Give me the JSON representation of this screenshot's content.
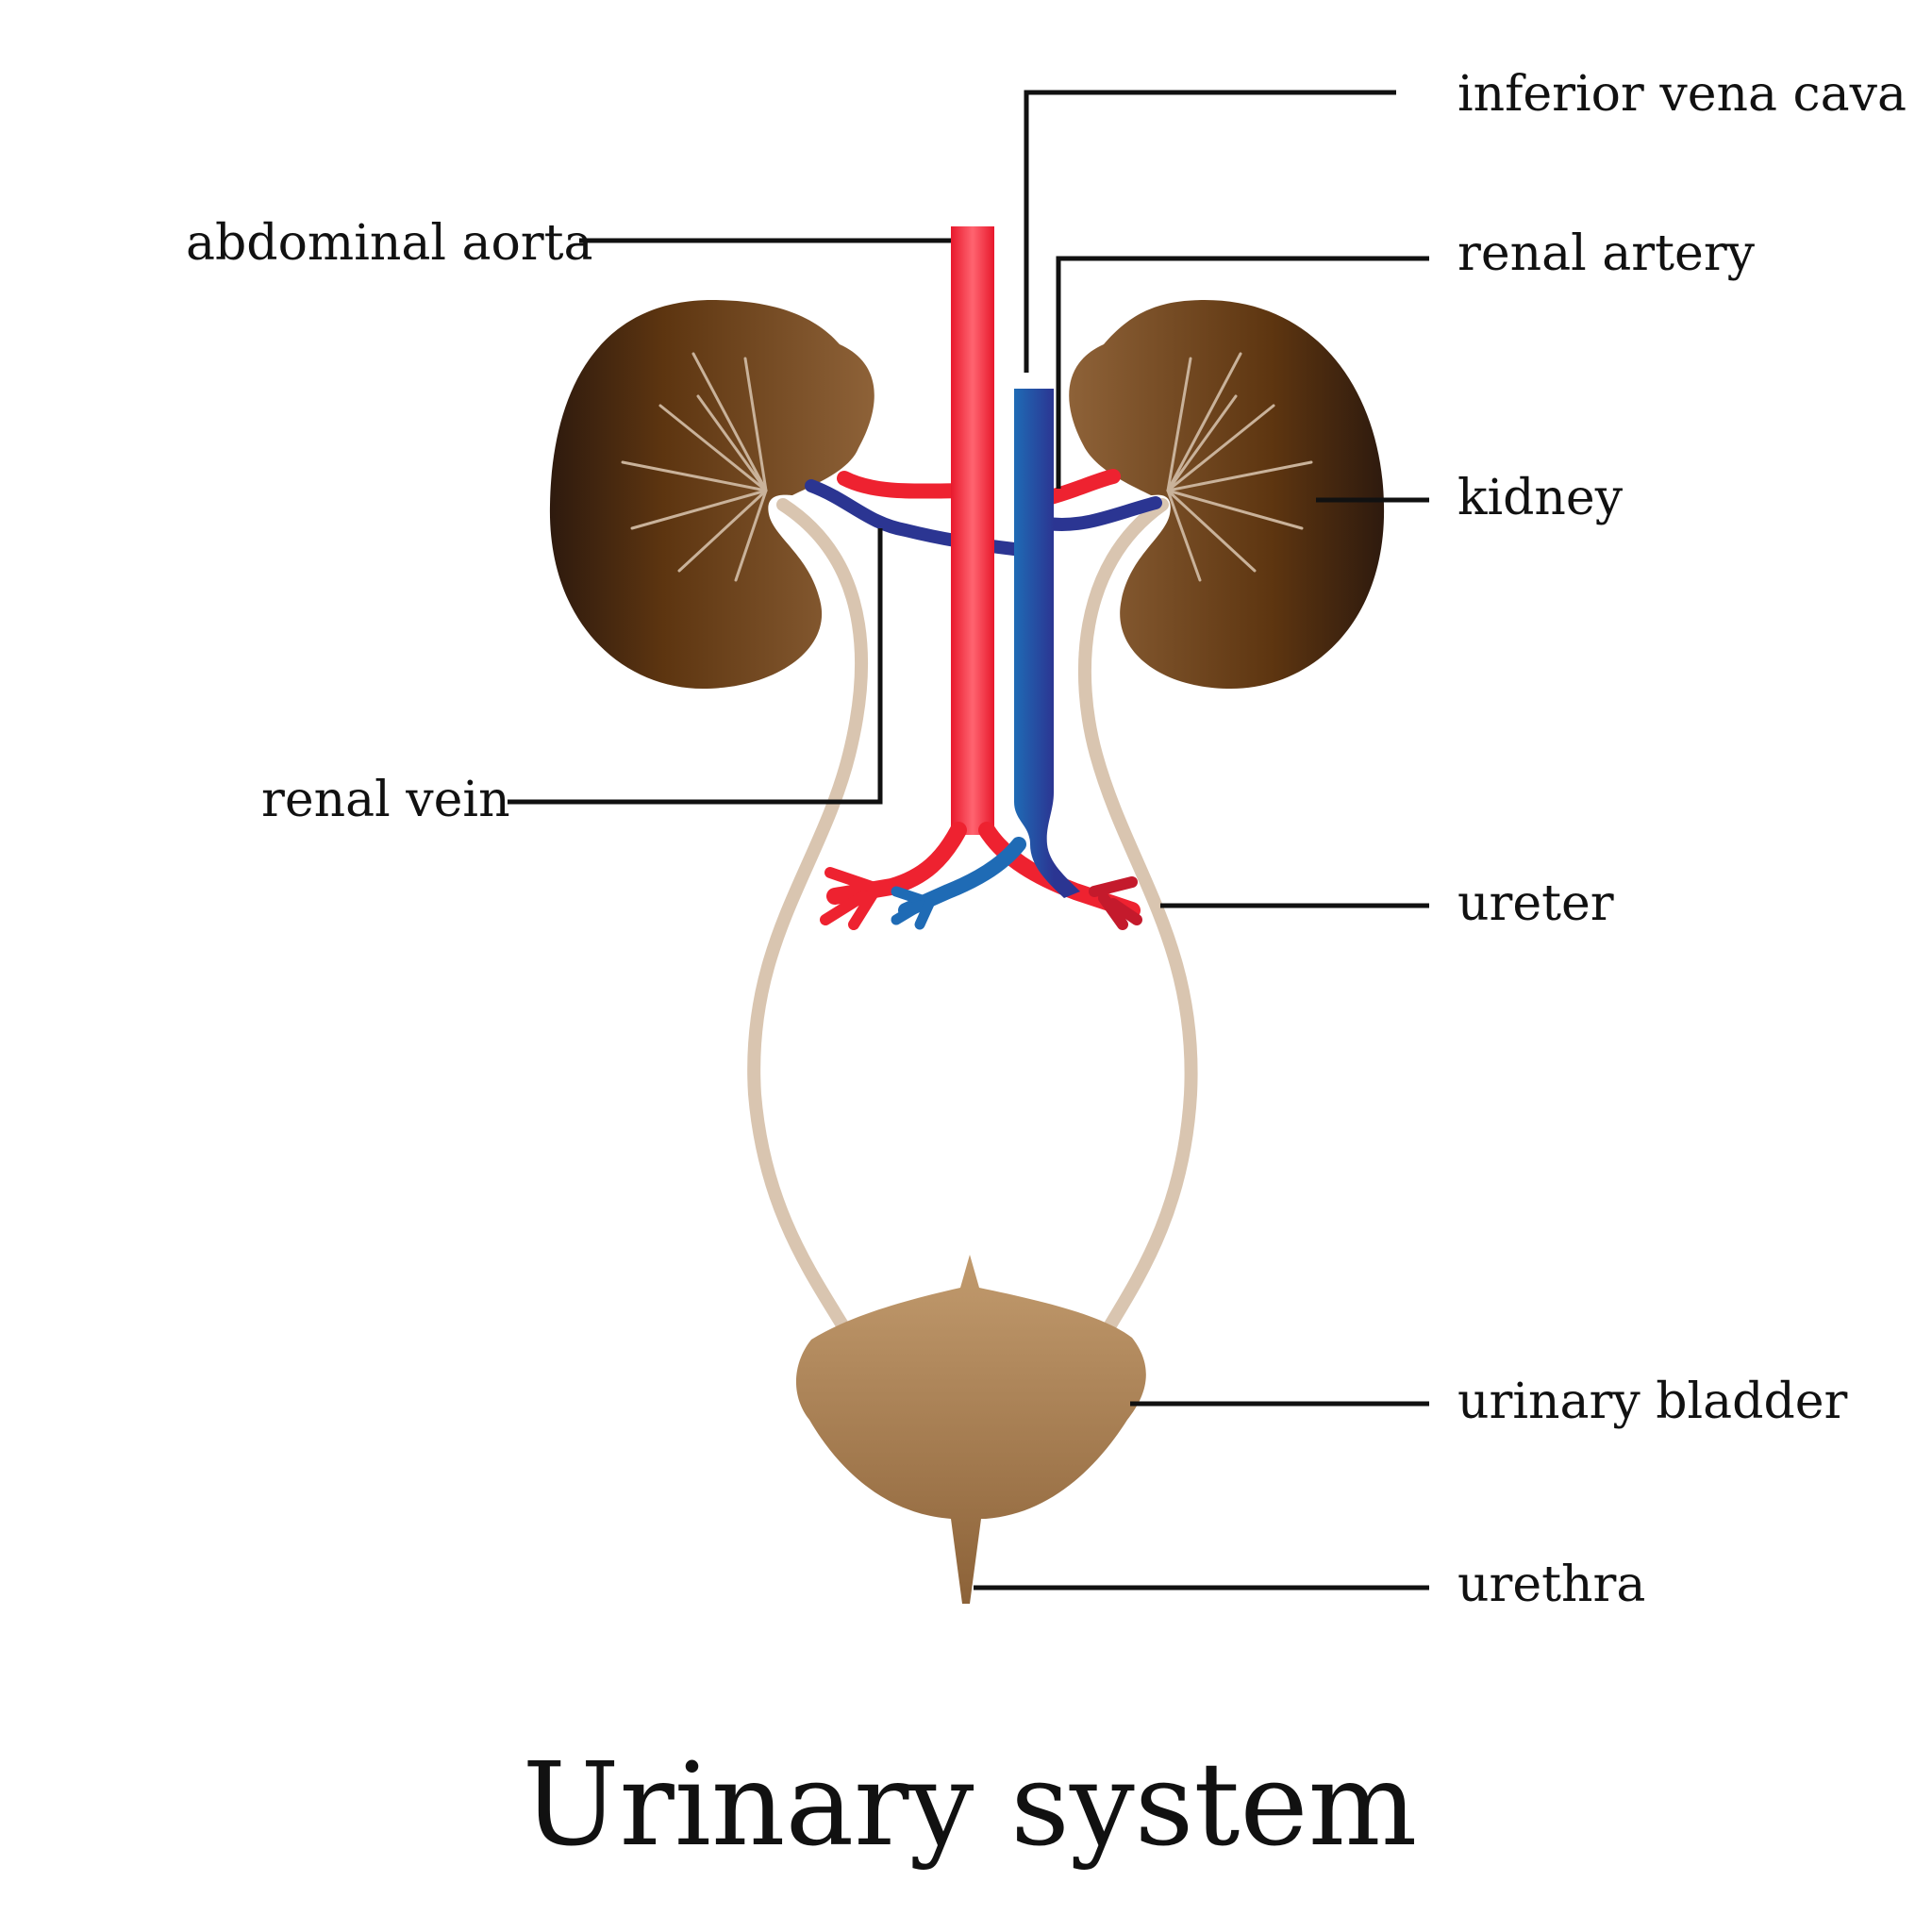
{
  "title": "Urinary system",
  "labels": {
    "inferior_vena_cava": "inferior vena cava",
    "abdominal_aorta": "abdominal aorta",
    "renal_artery": "renal artery",
    "kidney": "kidney",
    "renal_vein": "renal vein",
    "ureter": "ureter",
    "urinary_bladder": "urinary bladder",
    "urethra": "urethra"
  },
  "colors": {
    "aorta": "#ee2230",
    "vena_cava": "#2b3592",
    "vena_cava_light": "#1f6bb5",
    "kidney_dark": "#2e1a0e",
    "kidney_mid": "#5d3510",
    "kidney_light": "#8e6238",
    "ureter": "#d9c5b0",
    "bladder_top": "#c29b6e",
    "bladder_bottom": "#8c6238",
    "leader": "#111111"
  }
}
